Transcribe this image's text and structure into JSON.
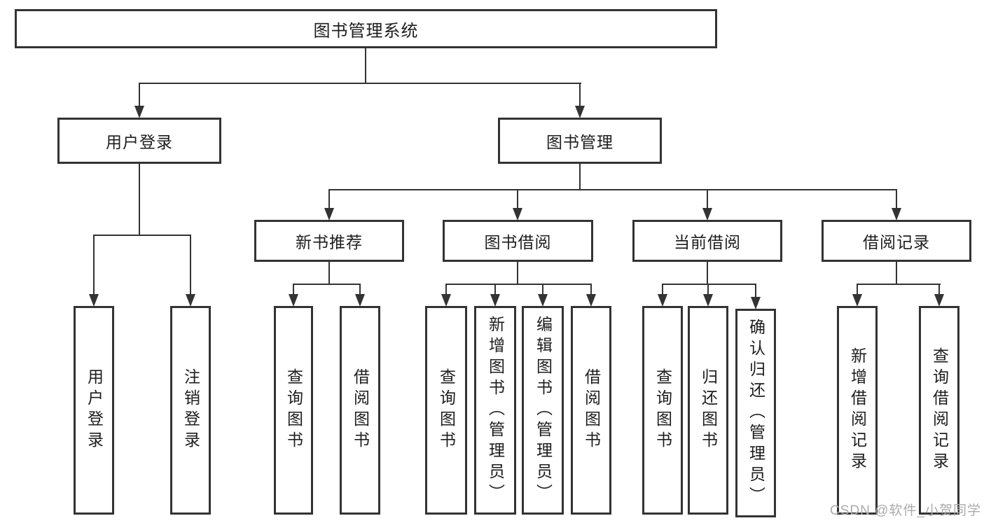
{
  "diagram": {
    "title_node": {
      "label": "图书管理系统"
    },
    "level2": [
      {
        "id": "user-login",
        "label": "用户登录"
      },
      {
        "id": "book-mgmt",
        "label": "图书管理"
      }
    ],
    "level3": [
      {
        "id": "new-book-rec",
        "label": "新书推荐"
      },
      {
        "id": "book-borrow",
        "label": "图书借阅"
      },
      {
        "id": "current-borrow",
        "label": "当前借阅"
      },
      {
        "id": "borrow-record",
        "label": "借阅记录"
      }
    ],
    "leaves": {
      "user_login_children": [
        {
          "label": "用户登录"
        },
        {
          "label": "注销登录"
        }
      ],
      "new_book_children": [
        {
          "label": "查询图书"
        },
        {
          "label": "借阅图书"
        }
      ],
      "book_borrow_children": [
        {
          "label": "查询图书"
        },
        {
          "label": "新增图书（管理员）"
        },
        {
          "label": "编辑图书（管理员）"
        },
        {
          "label": "借阅图书"
        }
      ],
      "current_borrow_children": [
        {
          "label": "查询图书"
        },
        {
          "label": "归还图书"
        },
        {
          "label": "确认归还（管理员）"
        }
      ],
      "record_children": [
        {
          "label": "新增借阅记录"
        },
        {
          "label": "查询借阅记录"
        }
      ]
    }
  },
  "watermark": "CSDN @软件_小贺同学",
  "colors": {
    "line": "#333333",
    "text": "#1d1d1d",
    "watermark": "#ababab",
    "background": "#ffffff"
  }
}
